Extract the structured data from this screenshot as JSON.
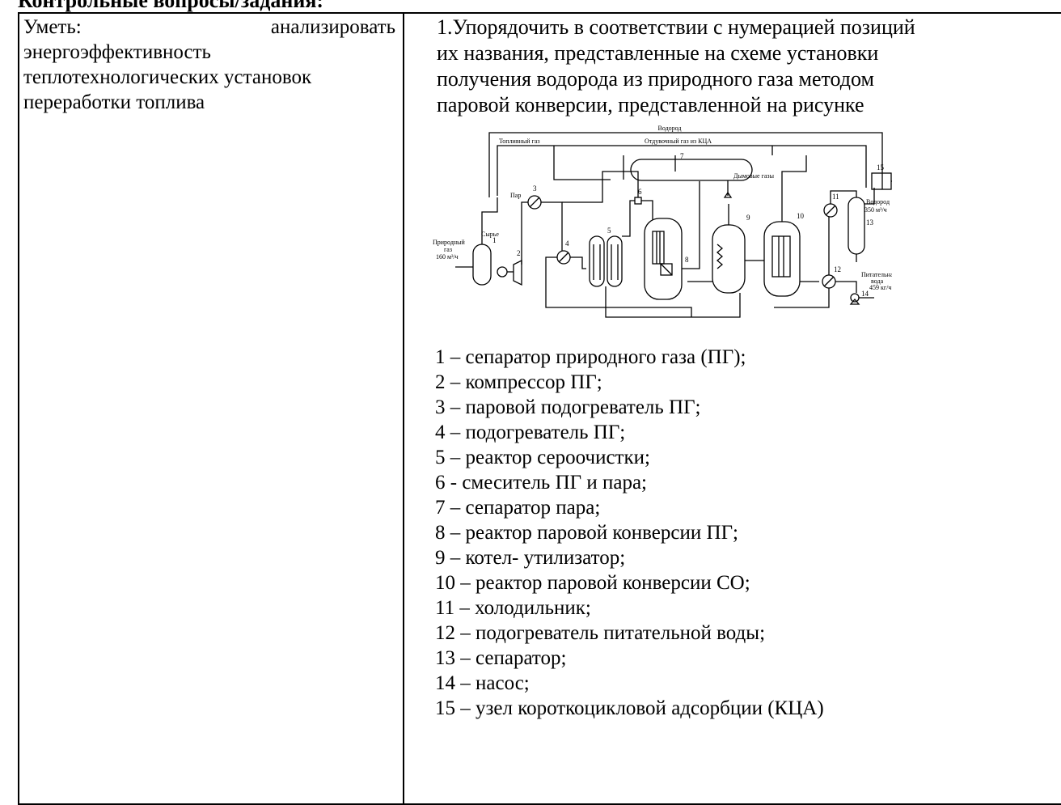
{
  "header": {
    "title": "Контрольные вопросы/задания:"
  },
  "left": {
    "line1_word1": "Уметь:",
    "line1_word2": "анализировать",
    "rest": "энергоэффективность теплотехнологических установок переработки топлива"
  },
  "right": {
    "question_lines": [
      "1.Упорядочить в соответствии с нумерацией позиций",
      "их названия, представленные на схеме установки",
      "получения водорода из природного газа методом",
      "паровой конверсии, представленной на рисунке"
    ],
    "scheme_labels": {
      "hydrogen_top": "Водород",
      "fuel_gas": "Топливный газ",
      "purge_gas": "Отдувочный газ из КЦА",
      "flue_gases": "Дымовые газы",
      "steam": "Пар",
      "feed": "Сырье",
      "natural_gas_line1": "Природный",
      "natural_gas_line2": "газ",
      "natural_gas_flow": "160 м³/ч",
      "hydrogen_out": "Водород",
      "hydrogen_flow": "350 м³/ч",
      "feed_water_line1": "Питательная",
      "feed_water_line2": "вода",
      "feed_water_flow": "459 кг/ч",
      "numbers": [
        "1",
        "2",
        "3",
        "4",
        "5",
        "6",
        "7",
        "8",
        "9",
        "10",
        "11",
        "12",
        "13",
        "14",
        "15"
      ]
    },
    "legend": [
      "1 – сепаратор природного газа (ПГ);",
      "2 – компрессор ПГ;",
      "3 – паровой подогреватель ПГ;",
      "4 – подогреватель ПГ;",
      "5 – реактор сероочистки;",
      "6 - смеситель ПГ и пара;",
      "7 – сепаратор пара;",
      "8 – реактор паровой конверсии ПГ;",
      "9 – котел- утилизатор;",
      "10 – реактор паровой конверсии СО;",
      "11 – холодильник;",
      "12 – подогреватель питательной воды;",
      "13 – сепаратор;",
      "14 – насос;",
      "15 – узел короткоцикловой адсорбции (КЦА)"
    ]
  }
}
